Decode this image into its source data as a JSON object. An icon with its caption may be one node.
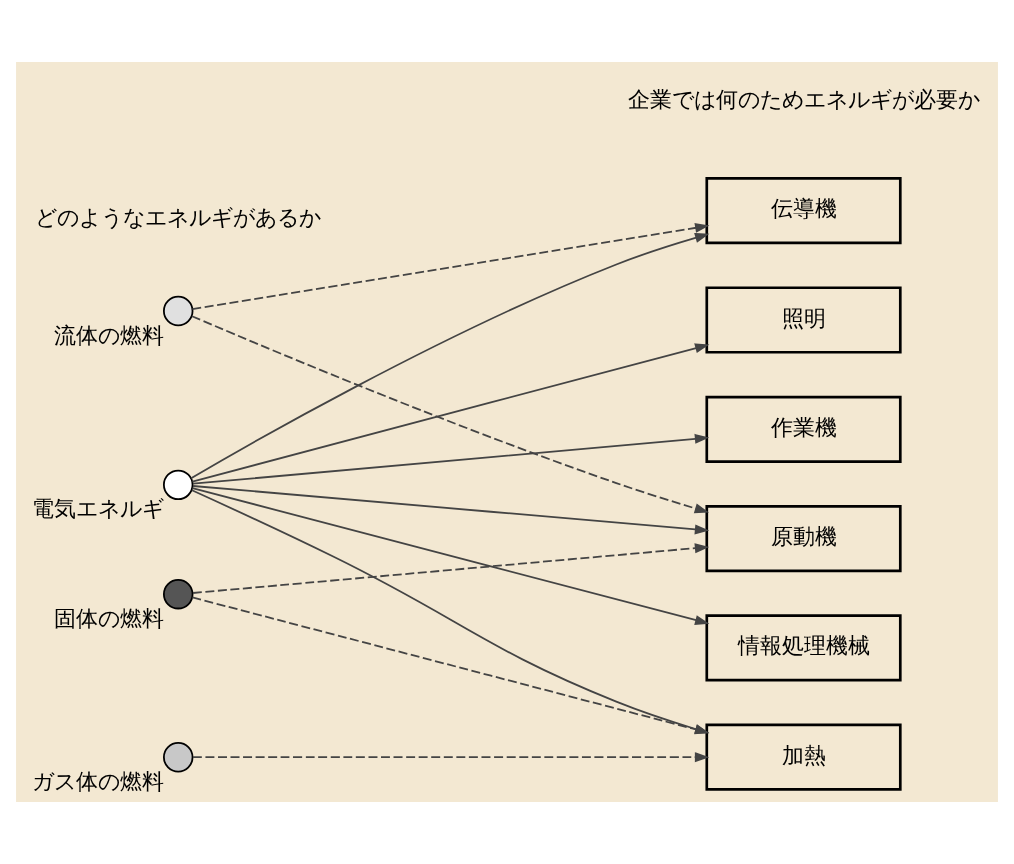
{
  "diagram": {
    "nodes": [
      {
        "text": [
          "電気エネルギ"
        ]
      },
      {
        "text": [
          "ガス体の燃料"
        ]
      },
      {
        "text": [
          "流体の燃料"
        ]
      },
      {
        "text": [
          "固体の燃料"
        ]
      },
      {
        "text": [
          "原動機"
        ]
      },
      {
        "text": [
          "伝導機"
        ]
      },
      {
        "text": [
          "作業機"
        ]
      },
      {
        "text": [
          "情報処理機械"
        ]
      },
      {
        "text": [
          "加熱"
        ]
      },
      {
        "text": [
          "照明"
        ]
      }
    ],
    "edges": [
      {
        "from": 0,
        "to": 4,
        "arrow": "to"
      },
      {
        "from": 0,
        "to": 5,
        "arrow": "to"
      },
      {
        "from": 0,
        "to": 6,
        "arrow": "to"
      },
      {
        "from": 0,
        "to": 7,
        "arrow": "to"
      },
      {
        "from": 0,
        "to": 8,
        "arrow": "to"
      },
      {
        "from": 0,
        "to": 9,
        "arrow": "to"
      },
      {
        "from": 1,
        "to": 8,
        "arrow": "to",
        "style": "dashed"
      },
      {
        "from": 2,
        "to": 4,
        "arrow": "to",
        "style": "dashed"
      },
      {
        "from": 2,
        "to": 5,
        "arrow": "to",
        "style": "dashed"
      },
      {
        "from": 3,
        "to": 4,
        "arrow": "to",
        "style": "dashed"
      },
      {
        "from": 3,
        "to": 8,
        "arrow": "to",
        "style": "dashed"
      }
    ],
    "labels": [
      "どのようなエネルギがあるか",
      "企業では何のためエネルギが必要か"
    ]
  }
}
